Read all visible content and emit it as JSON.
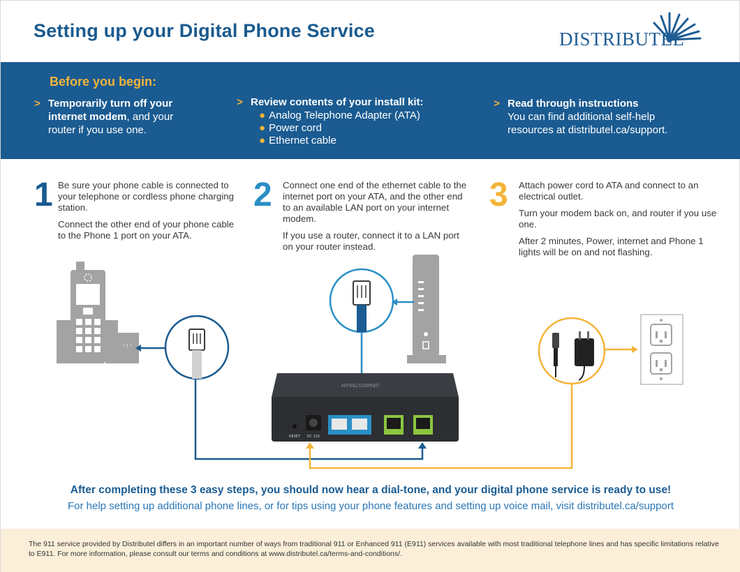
{
  "header": {
    "title": "Setting up your Digital Phone Service",
    "logo_text": "DISTRIBUTEL"
  },
  "before": {
    "title": "Before you begin:",
    "col1": {
      "bold1": "Temporarily turn off your",
      "bold2": "internet modem",
      "rest2": ", and your",
      "line3": "router if you use one."
    },
    "col2": {
      "heading": "Review contents of your install kit:",
      "items": [
        "Analog Telephone Adapter (ATA)",
        "Power cord",
        "Ethernet cable"
      ]
    },
    "col3": {
      "heading": "Read through instructions",
      "line1": "You can find additional self-help",
      "line2": "resources at distributel.ca/support."
    }
  },
  "steps": [
    {
      "num": "1",
      "p1": "Be sure your phone cable is connected to your telephone or cordless phone charging station.",
      "p2": "Connect the other end of your phone cable to the Phone 1 port on your ATA."
    },
    {
      "num": "2",
      "p1": "Connect one end of the ethernet cable to the internet port on your ATA, and the other end  to an available LAN port on your internet modem.",
      "p2": "If you use a router, connect it to a LAN port on your router instead."
    },
    {
      "num": "3",
      "p1": "Attach power cord to ATA and connect to an electrical outlet.",
      "p2": "Turn your modem back on, and router if you use one.",
      "p3": "After 2 minutes, Power, internet and Phone 1 lights will be on and not flashing."
    }
  ],
  "device": {
    "brand": "GRANDSTREAM",
    "reset_label": "RESET",
    "dc_label": "DC 12V"
  },
  "colors": {
    "navy": "#1a5b91",
    "blue": "#2a8fc6",
    "gold": "#f3b43a",
    "gray": "#a3a3a3"
  },
  "final": {
    "bold": "After completing these 3 easy steps, you should now hear a dial-tone, and your digital phone service is ready to use!",
    "help": "For help setting up additional phone lines, or for tips using your phone features and setting up voice mail, visit distributel.ca/support"
  },
  "footer": {
    "text": "The 911 service provided by Distributel differs in an important number of ways from traditional 911 or Enhanced 911 (E911) services available with most traditional telephone lines and has specific limitations relative to E911. For more information, please consult our terms and conditions at www.distributel.ca/terms-and-conditions/."
  }
}
